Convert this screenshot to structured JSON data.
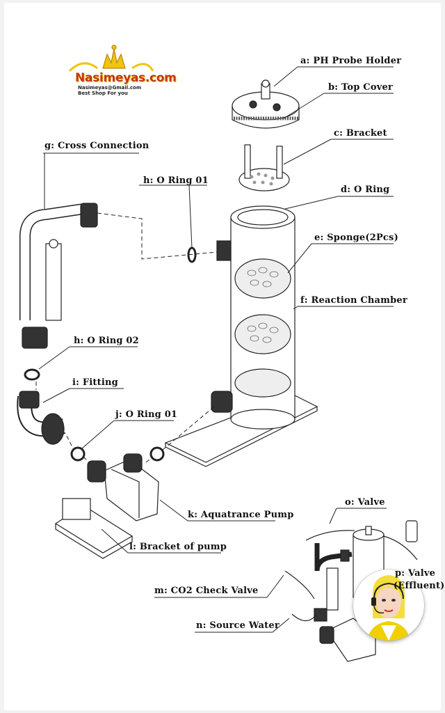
{
  "logo": {
    "brand": "Nasimeyas.com",
    "email": "Nasimeyas@Gmail.com",
    "tagline": "Best Shop For you"
  },
  "labels": {
    "a": "a: PH Probe Holder",
    "b": "b: Top Cover",
    "c": "c: Bracket",
    "d": "d: O Ring",
    "e": "e: Sponge(2Pcs)",
    "f": "f: Reaction Chamber",
    "g": "g: Cross Connection",
    "h1": "h: O Ring 01",
    "h2": "h: O Ring 02",
    "i": "i: Fitting",
    "j": "j: O Ring 01",
    "k": "k: Aquatrance Pump",
    "l": "l: Bracket of pump",
    "m": "m: CO2 Check Valve",
    "n": "n: Source Water",
    "o": "o: Valve",
    "p_line1": "p: Valve",
    "p_line2": "(Effluent)"
  },
  "colors": {
    "logo_red": "#c0391b",
    "logo_gold": "#f1c40f",
    "avatar_ring": "#f0d000"
  }
}
